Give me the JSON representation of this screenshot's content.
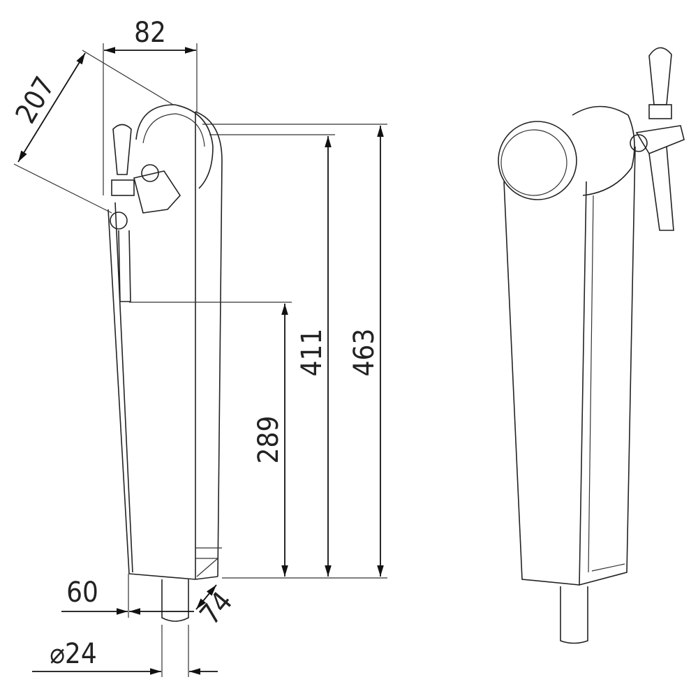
{
  "drawing": {
    "dimensions": {
      "width_top": "82",
      "tap_reach": "207",
      "height_total": "463",
      "height_tap": "411",
      "height_spout": "289",
      "base_width": "60",
      "base_depth": "74",
      "pipe_diameter": "⌀24"
    },
    "colors": {
      "line": "#222222",
      "background": "#ffffff"
    }
  }
}
